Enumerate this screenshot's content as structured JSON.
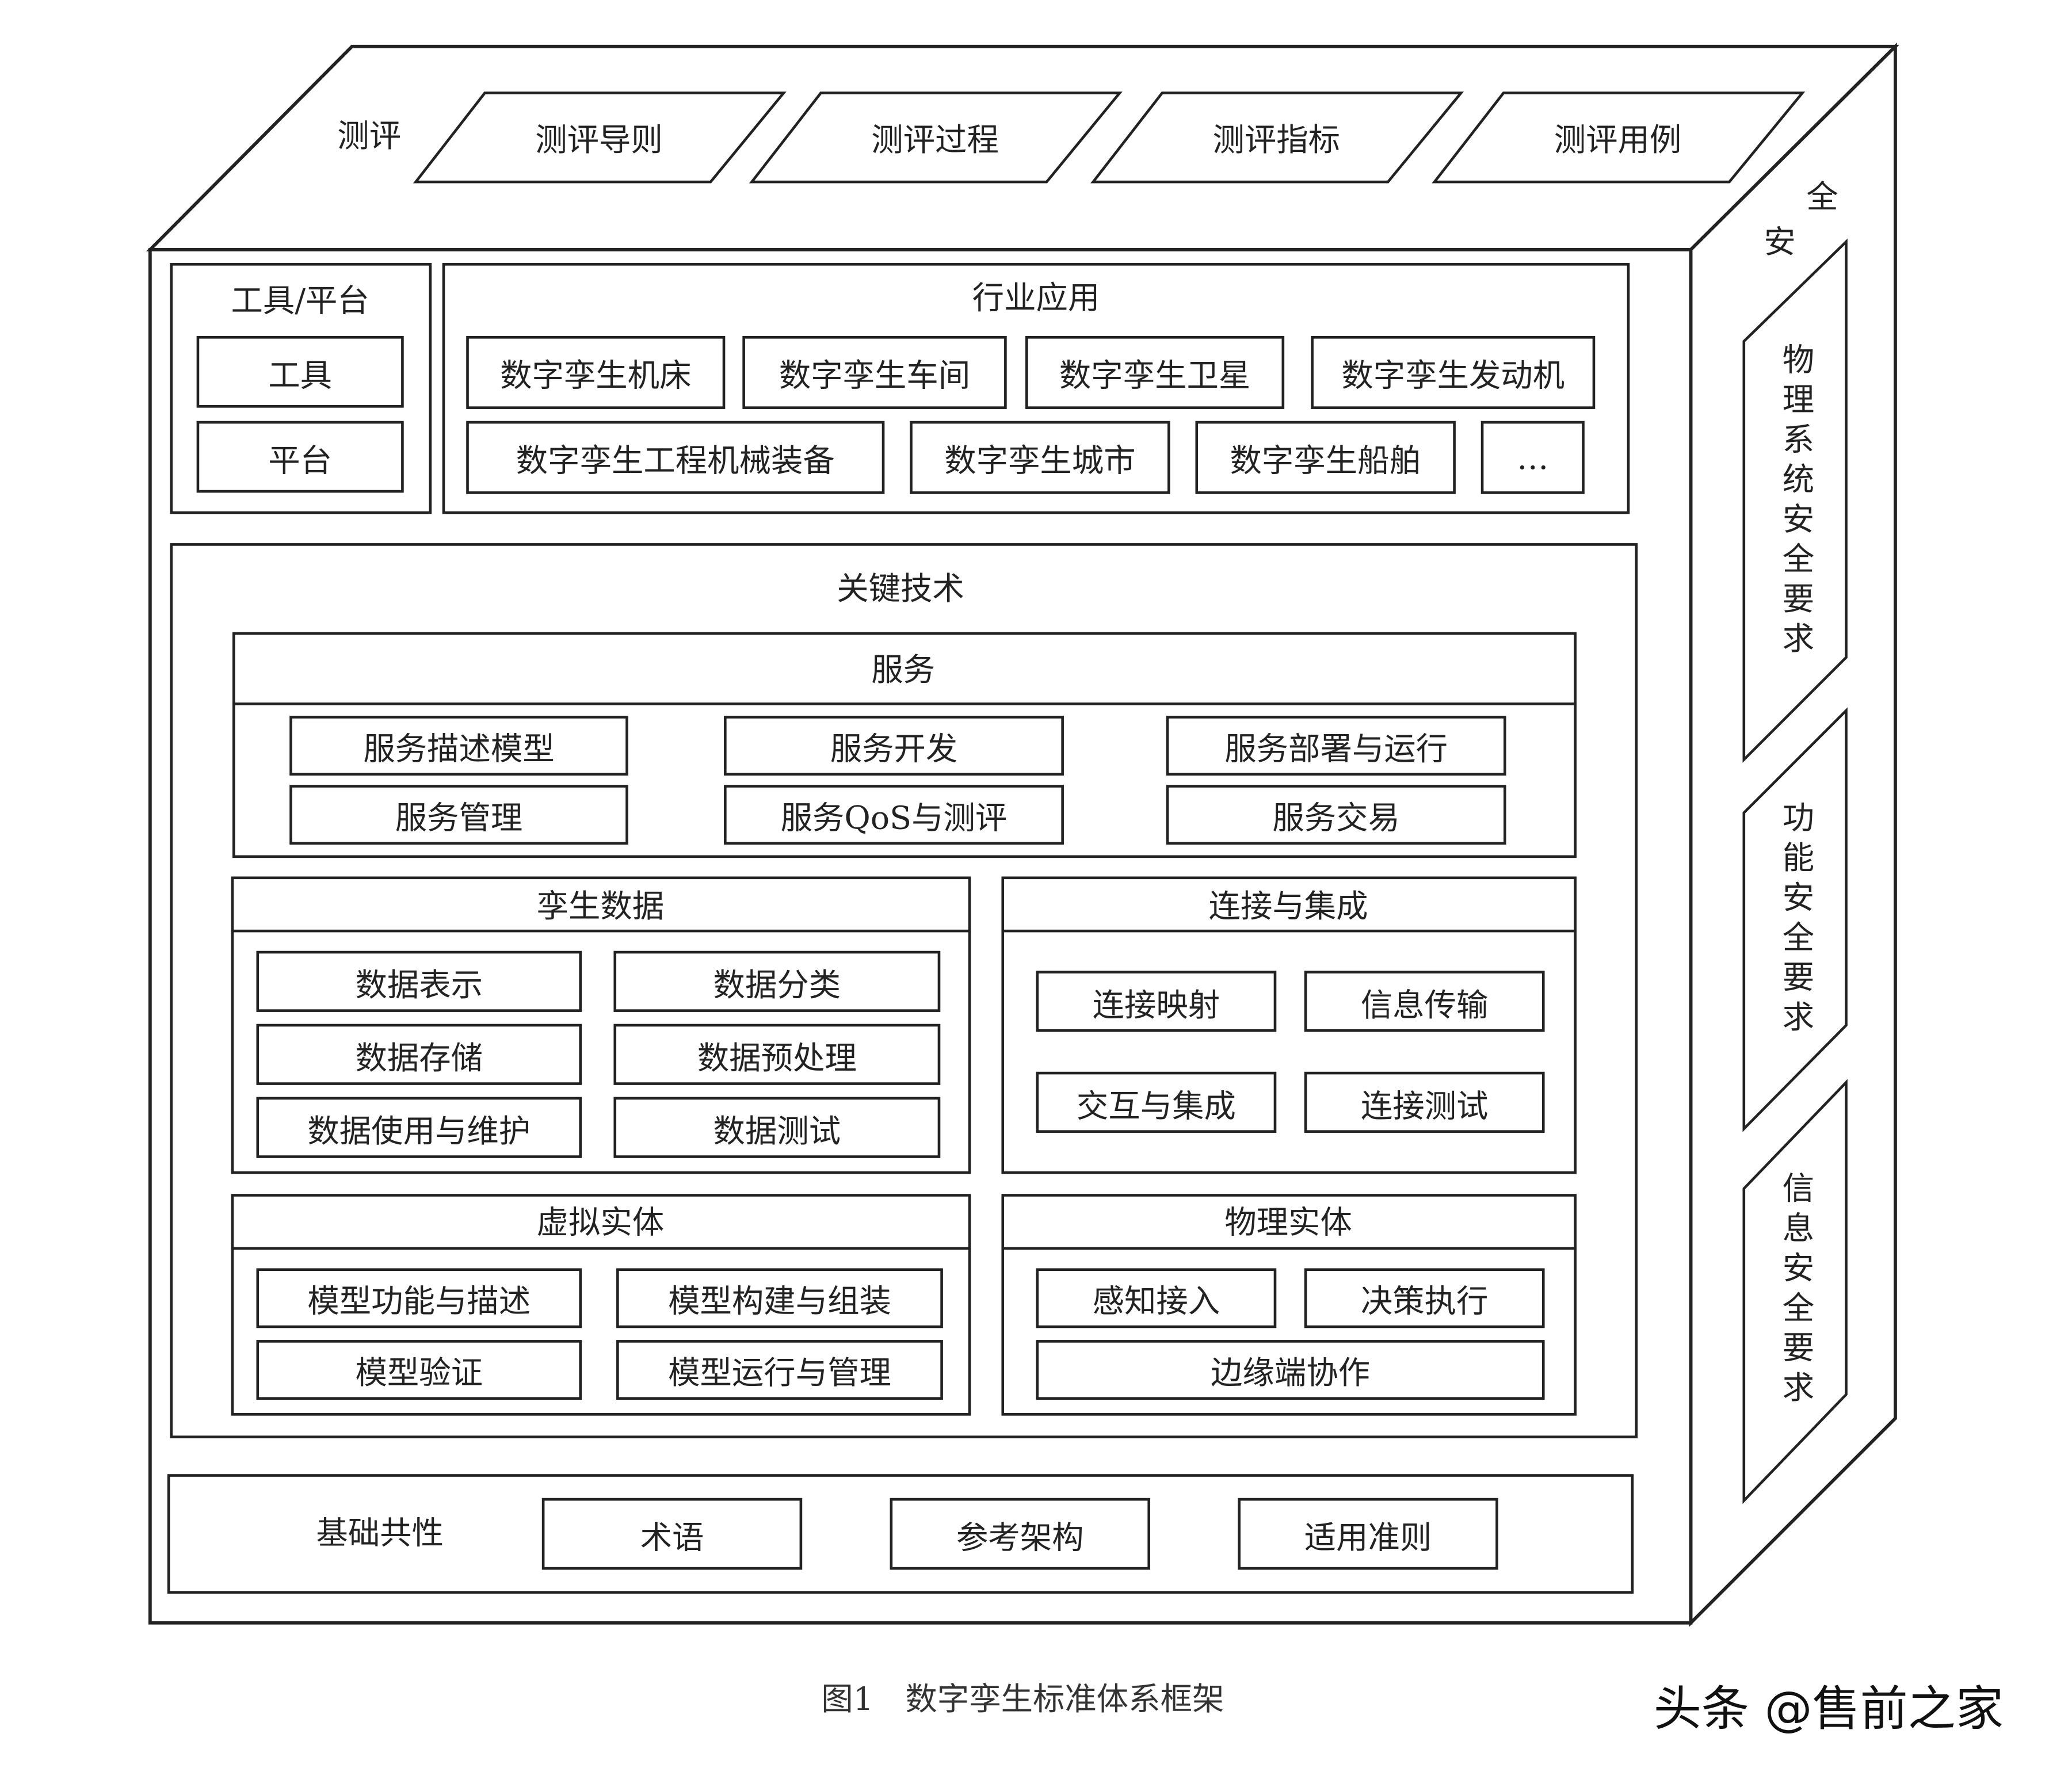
{
  "eval": {
    "label": "测评",
    "items": [
      "测评导则",
      "测评过程",
      "测评指标",
      "测评用例"
    ]
  },
  "security": {
    "label_top": "全",
    "label_bottom": "安",
    "items": [
      "物理系统安全要求",
      "功能安全要求",
      "信息安全要求"
    ]
  },
  "tools": {
    "title": "工具/平台",
    "items": [
      "工具",
      "平台"
    ]
  },
  "industry": {
    "title": "行业应用",
    "row1": [
      "数字孪生机床",
      "数字孪生车间",
      "数字孪生卫星",
      "数字孪生发动机"
    ],
    "row2": [
      "数字孪生工程机械装备",
      "数字孪生城市",
      "数字孪生船舶",
      "…"
    ]
  },
  "key_tech": {
    "title": "关键技术",
    "service": {
      "title": "服务",
      "items": [
        "服务描述模型",
        "服务开发",
        "服务部署与运行",
        "服务管理",
        "服务QoS与测评",
        "服务交易"
      ]
    },
    "twin_data": {
      "title": "孪生数据",
      "items": [
        "数据表示",
        "数据分类",
        "数据存储",
        "数据预处理",
        "数据使用与维护",
        "数据测试"
      ]
    },
    "connect": {
      "title": "连接与集成",
      "items": [
        "连接映射",
        "信息传输",
        "交互与集成",
        "连接测试"
      ]
    },
    "virtual": {
      "title": "虚拟实体",
      "items": [
        "模型功能与描述",
        "模型构建与组装",
        "模型验证",
        "模型运行与管理"
      ]
    },
    "physical": {
      "title": "物理实体",
      "items": [
        "感知接入",
        "决策执行",
        "边缘端协作"
      ]
    }
  },
  "foundation": {
    "title": "基础共性",
    "items": [
      "术语",
      "参考架构",
      "适用准则"
    ]
  },
  "caption": "图1　数字孪生标准体系框架",
  "watermark": "头条 @售前之家"
}
